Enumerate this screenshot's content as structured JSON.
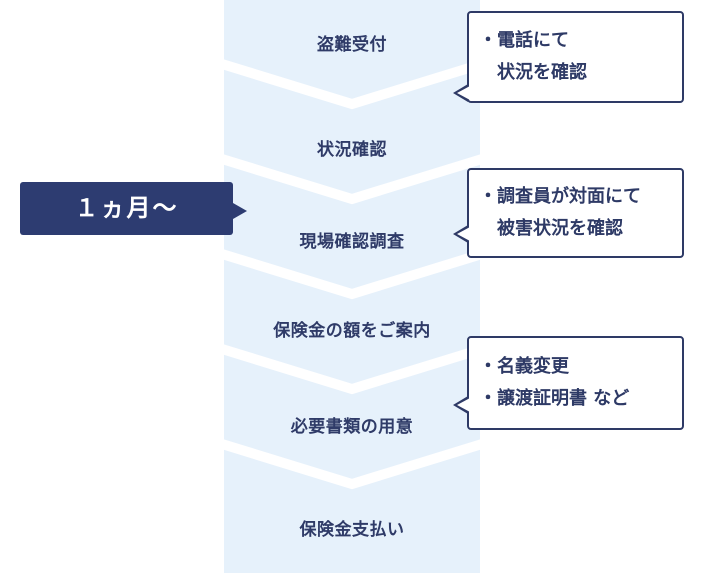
{
  "steps": [
    {
      "label": "盗難受付"
    },
    {
      "label": "状況確認"
    },
    {
      "label": "現場確認調査"
    },
    {
      "label": "保険金の額をご案内"
    },
    {
      "label": "必要書類の用意"
    },
    {
      "label": "保険金支払い"
    }
  ],
  "period": {
    "label": "１ヵ月〜"
  },
  "notes": [
    {
      "bullet": "・",
      "lines": [
        "電話にて",
        "状況を確認"
      ]
    },
    {
      "bullet": "・",
      "lines": [
        "調査員が対面にて",
        "被害状況を確認"
      ]
    },
    {
      "items": [
        {
          "bullet": "・",
          "text": "名義変更"
        },
        {
          "bullet": "・",
          "text": "譲渡証明書 など"
        }
      ]
    }
  ],
  "colors": {
    "band": "#e6f1fb",
    "chevron": "#ffffff",
    "navy": "#2d3c71",
    "text": "#2f3b68"
  }
}
